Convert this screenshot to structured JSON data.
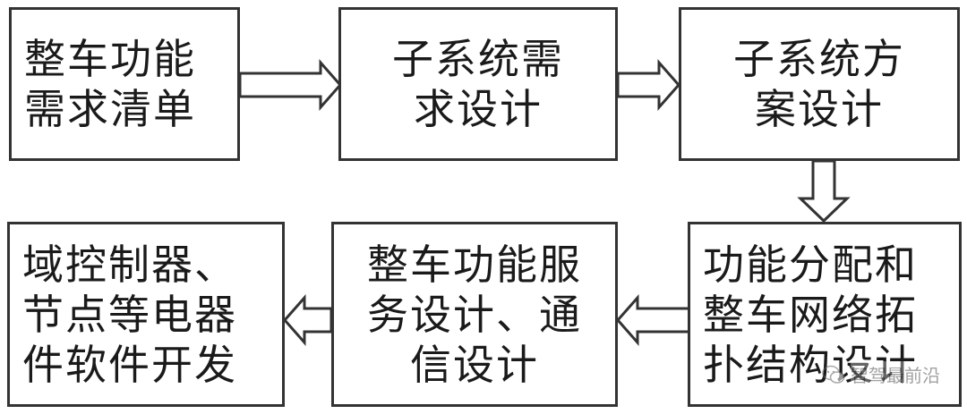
{
  "diagram": {
    "boxes": [
      {
        "id": "vehicle-function-list",
        "lines": [
          "整车功能",
          "需求清单"
        ]
      },
      {
        "id": "subsystem-requirement-design",
        "lines": [
          "子系统需",
          "求设计"
        ]
      },
      {
        "id": "subsystem-solution-design",
        "lines": [
          "子系统方",
          "案设计"
        ]
      },
      {
        "id": "function-allocation-topology",
        "lines": [
          "功能分配和",
          "整车网络拓",
          "扑结构设计"
        ]
      },
      {
        "id": "vehicle-service-communication",
        "lines": [
          "整车功能服",
          "务设计、通",
          "信设计"
        ]
      },
      {
        "id": "ecu-software-dev",
        "lines": [
          "域控制器、",
          "节点等电器",
          "件软件开发"
        ]
      }
    ]
  },
  "watermark": {
    "text": "智驾最前沿",
    "icon": "wechat-logo-icon"
  },
  "colors": {
    "border": "#333333",
    "text": "#1a1a1a",
    "arrow": "#333333"
  }
}
